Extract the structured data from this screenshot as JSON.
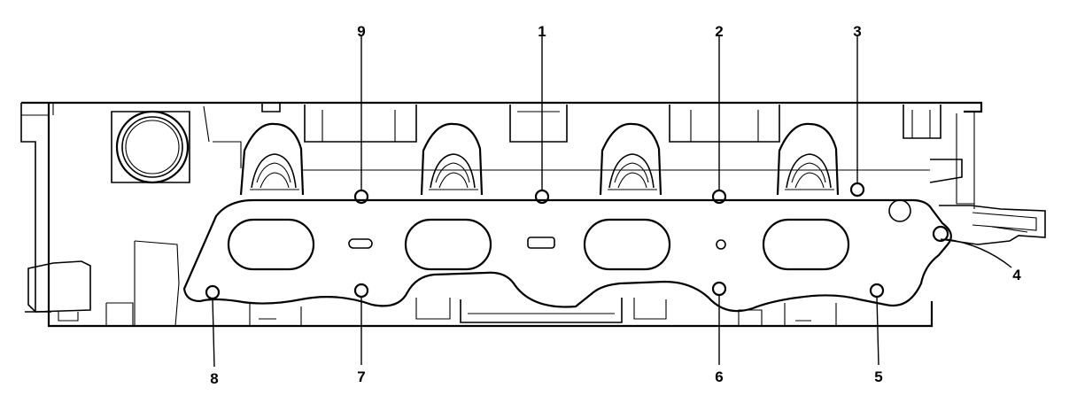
{
  "diagram": {
    "callouts": [
      {
        "id": "1",
        "label": "1"
      },
      {
        "id": "2",
        "label": "2"
      },
      {
        "id": "3",
        "label": "3"
      },
      {
        "id": "4",
        "label": "4"
      },
      {
        "id": "5",
        "label": "5"
      },
      {
        "id": "6",
        "label": "6"
      },
      {
        "id": "7",
        "label": "7"
      },
      {
        "id": "8",
        "label": "8"
      },
      {
        "id": "9",
        "label": "9"
      }
    ],
    "line_color": "#000000",
    "background_color": "#ffffff"
  }
}
